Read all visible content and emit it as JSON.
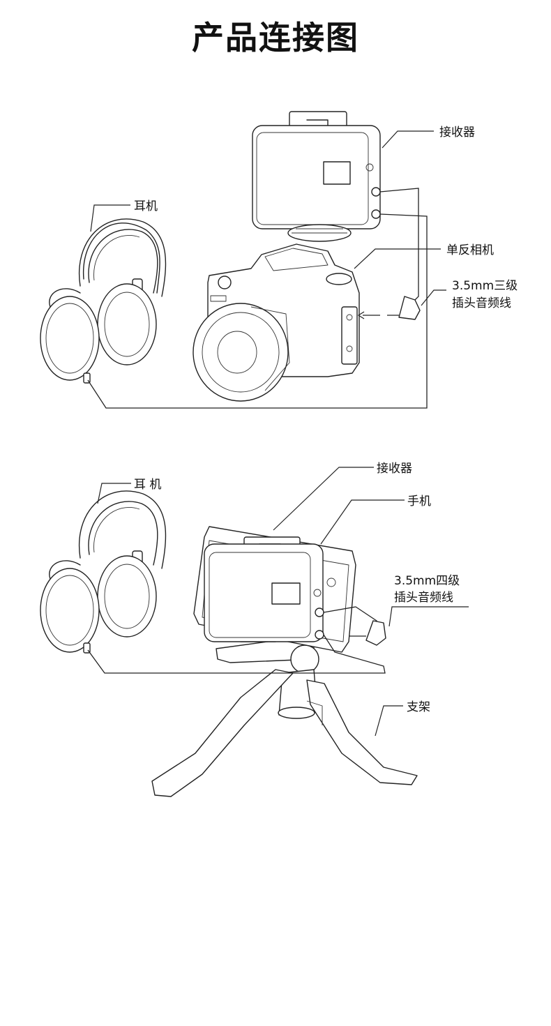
{
  "title": "产品连接图",
  "diagram1": {
    "receiver": "接收器",
    "headphones": "耳机",
    "camera": "单反相机",
    "cable_line1": "3.5mm三级",
    "cable_line2": "插头音频线"
  },
  "diagram2": {
    "receiver": "接收器",
    "headphones": "耳 机",
    "phone": "手机",
    "cable_line1": "3.5mm四级",
    "cable_line2": "插头音频线",
    "stand": "支架"
  }
}
